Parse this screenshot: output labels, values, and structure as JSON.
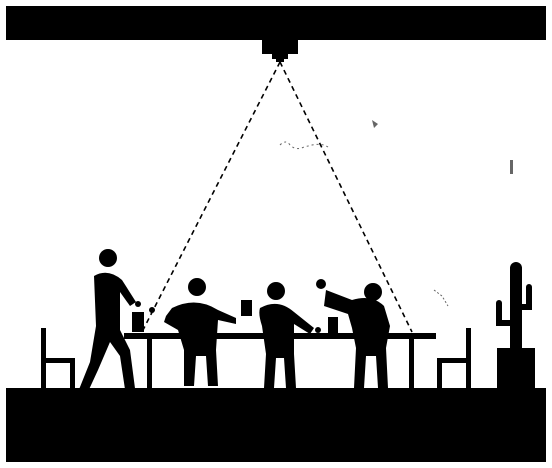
{
  "scene": {
    "background_color": "#ffffff",
    "ink_color": "#000000",
    "fov_line_style": "dashed",
    "elements": [
      "ceiling",
      "ceiling-mounted-camera",
      "camera-field-of-view",
      "table",
      "standing-person",
      "seated-person-left",
      "seated-person-middle",
      "seated-person-right",
      "left-chair",
      "right-chair",
      "cactus-plant",
      "floor"
    ]
  }
}
